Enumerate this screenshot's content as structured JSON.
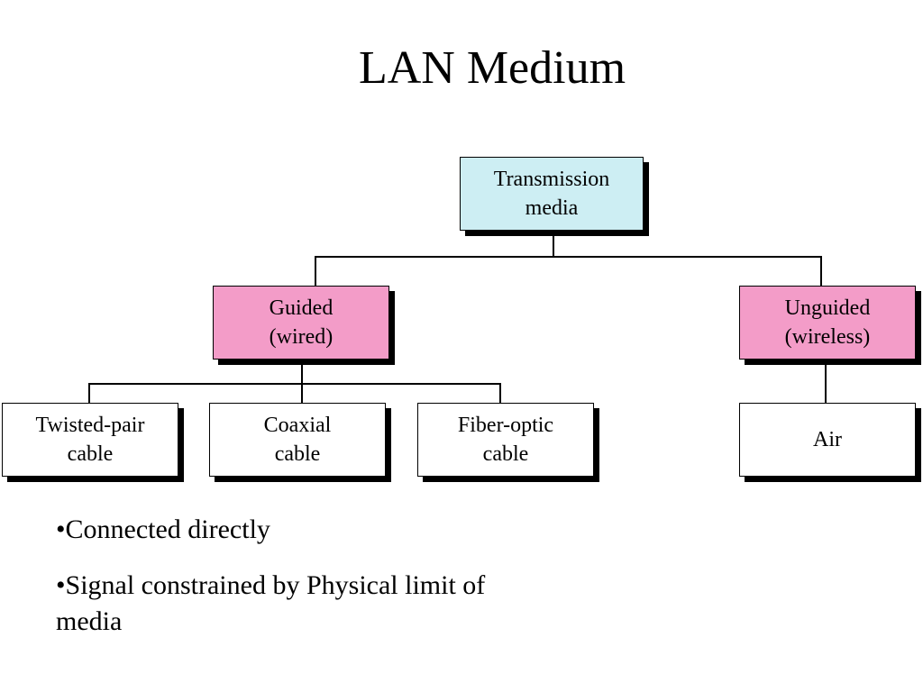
{
  "slide": {
    "title": "LAN Medium"
  },
  "diagram": {
    "root": {
      "lines": [
        "Transmission",
        "media"
      ],
      "color": "#cdeef3"
    },
    "guided": {
      "lines": [
        "Guided",
        "(wired)"
      ],
      "color": "#f39cc8"
    },
    "unguided": {
      "lines": [
        "Unguided",
        "(wireless)"
      ],
      "color": "#f39cc8"
    },
    "twisted": {
      "lines": [
        "Twisted-pair",
        "cable"
      ],
      "color": "#ffffff"
    },
    "coaxial": {
      "lines": [
        "Coaxial",
        "cable"
      ],
      "color": "#ffffff"
    },
    "fiber": {
      "lines": [
        "Fiber-optic",
        "cable"
      ],
      "color": "#ffffff"
    },
    "air": {
      "lines": [
        "Air"
      ],
      "color": "#ffffff"
    }
  },
  "bullets": [
    "•Connected directly",
    "•Signal constrained by Physical limit of media"
  ]
}
